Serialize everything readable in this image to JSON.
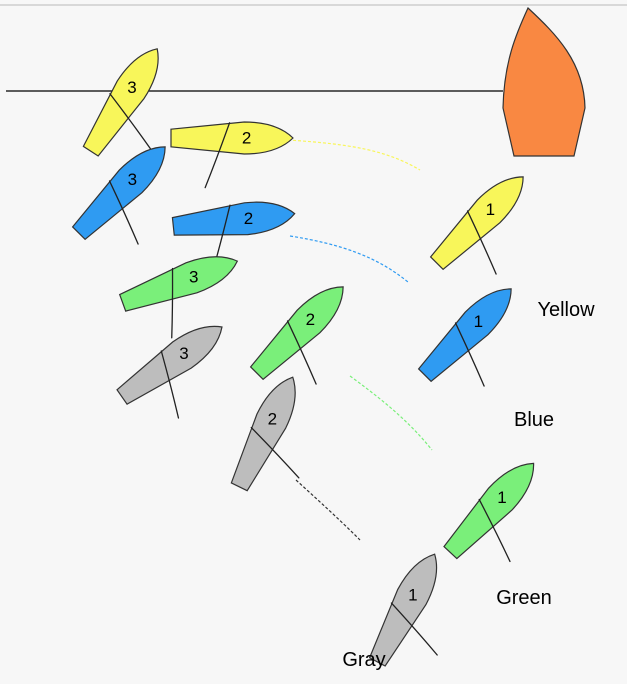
{
  "colors": {
    "background": "#f7f7f7",
    "topBorder": "#d8d8d8",
    "line": "#000000",
    "markBoat": "#f98842",
    "yellow": "#f8f65a",
    "blue": "#2f9bf2",
    "green": "#7aef7a",
    "gray": "#bdbdbd"
  },
  "mark": {
    "icon": "orange-boat-icon"
  },
  "fleets": [
    {
      "label": "Yellow",
      "color_key": "yellow",
      "boats": [
        "3",
        "2",
        "1"
      ]
    },
    {
      "label": "Blue",
      "color_key": "blue",
      "boats": [
        "3",
        "2",
        "1"
      ]
    },
    {
      "label": "Green",
      "color_key": "green",
      "boats": [
        "3",
        "2",
        "1"
      ]
    },
    {
      "label": "Gray",
      "color_key": "gray",
      "boats": [
        "3",
        "2",
        "1"
      ]
    }
  ]
}
